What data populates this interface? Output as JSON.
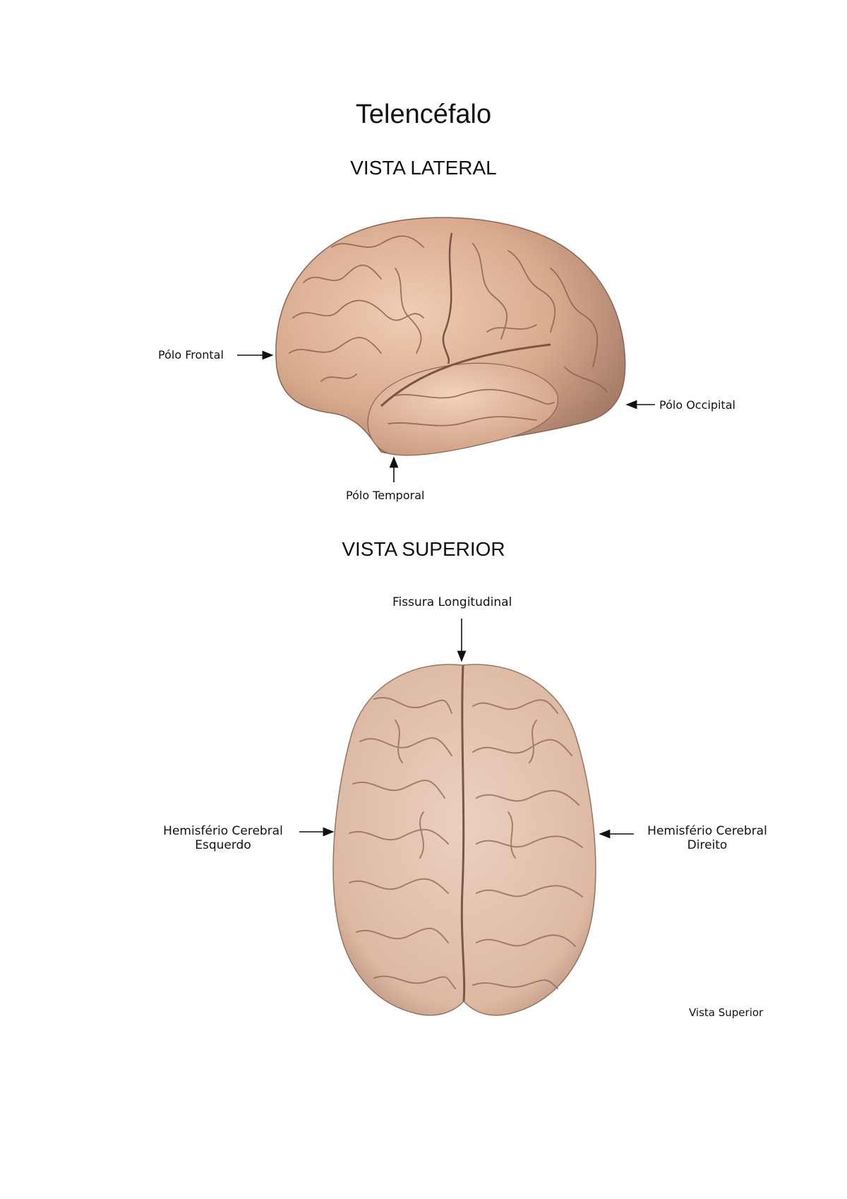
{
  "page": {
    "title": "Telencéfalo"
  },
  "lateral": {
    "section_title": "VISTA LATERAL",
    "labels": {
      "frontal": "Pólo Frontal",
      "occipital": "Pólo Occipital",
      "temporal": "Pólo Temporal"
    }
  },
  "superior": {
    "section_title": "VISTA SUPERIOR",
    "labels": {
      "fissure": "Fissura Longitudinal",
      "left_line1": "Hemisfério Cerebral",
      "left_line2": "Esquerdo",
      "right_line1": "Hemisfério Cerebral",
      "right_line2": "Direito",
      "caption": "Vista Superior"
    }
  },
  "colors": {
    "brain_light": "#e9c3a8",
    "brain_mid": "#cf9f82",
    "brain_dark": "#8f6450",
    "brain_superior": "#e2c2b0"
  }
}
